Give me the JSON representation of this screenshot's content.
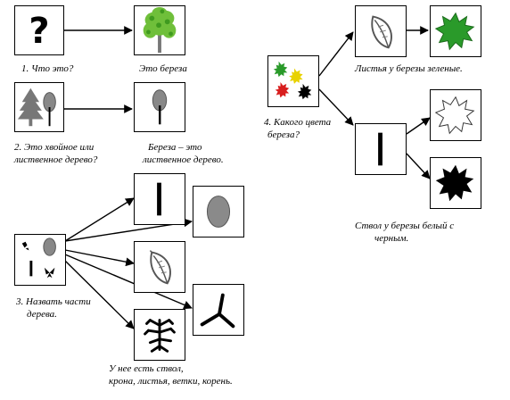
{
  "caption_1": "1. Что это?",
  "caption_birch": "Это береза",
  "caption_2_line1": "2. Это хвойное или",
  "caption_2_line2": "лиственное дерево?",
  "caption_decid_line1": "Береза – это",
  "caption_decid_line2": "лиственное дерево.",
  "caption_3_line1": "3. Назвать части",
  "caption_3_line2": "дерева.",
  "caption_parts_line1": "У нее есть ствол,",
  "caption_parts_line2": "крона, листья, ветки, корень.",
  "caption_4_line1": "4. Какого цвета",
  "caption_4_line2": "береза?",
  "caption_leaves": "Листья у березы зеленые.",
  "caption_trunk_line1": "Ствол у березы белый с",
  "caption_trunk_line2": "черным.",
  "question_mark": "?",
  "colors": {
    "green": "#2a9a2a",
    "yellow": "#e8d200",
    "red": "#d81e1e",
    "grey": "#8a8a8a"
  }
}
